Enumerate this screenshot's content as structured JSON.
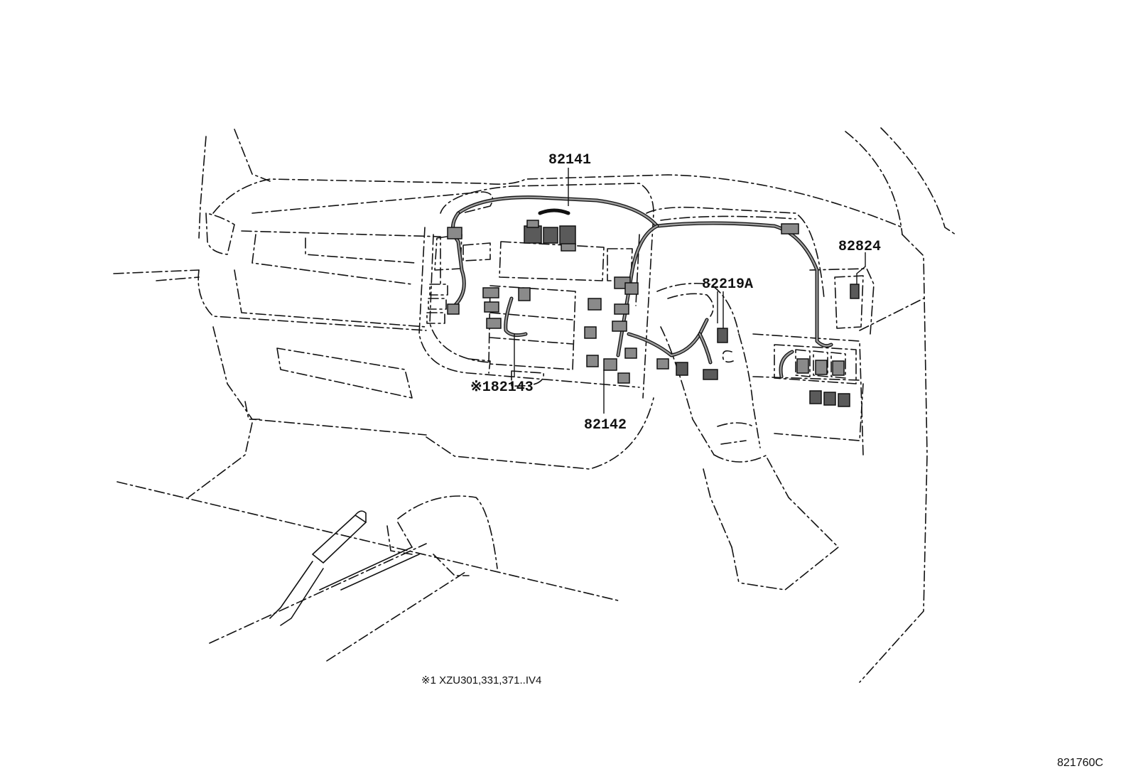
{
  "labels": {
    "part_82141": "82141",
    "part_82824": "82824",
    "part_82219A": "82219A",
    "part_82143": "※182143",
    "part_82142": "82142",
    "footnote": "※1 XZU301,331,371..IV4",
    "illustration_code": "821760C"
  },
  "colors": {
    "line": "#111111",
    "connector_fill": "#8a8a8a",
    "background": "#ffffff"
  }
}
